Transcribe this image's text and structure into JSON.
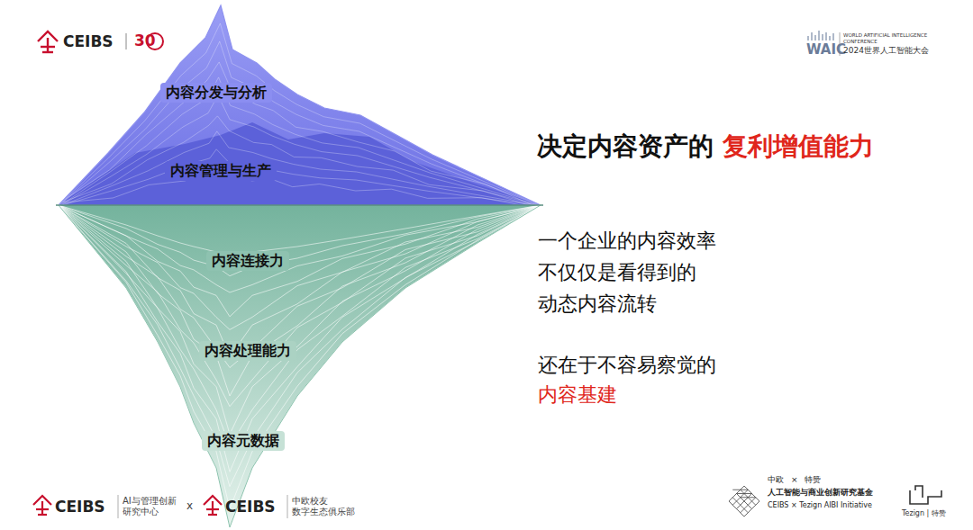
{
  "diagram": {
    "title": "决定内容资产的",
    "nodes": [
      {
        "text": [
          "内容分发与分析"
        ]
      },
      {
        "text": [
          "内容管理与生产"
        ]
      },
      {
        "text": [
          "内容连接力"
        ]
      },
      {
        "text": [
          "内容处理能力"
        ]
      },
      {
        "text": [
          "内容元数据"
        ]
      }
    ],
    "labels": [
      "复利增值能力",
      "一个企业的内容效率 不仅仅是看得到的 动态内容流转",
      "还在于不容易察觉的",
      "内容基建",
      "CEIBS",
      "30",
      "WORLD ARTIFICIAL INTELLIGENCE CONFERENCE",
      "WAIC",
      "2024世界人工智能大会",
      "CEIBS",
      "AI与管理创新 研究中心",
      "x",
      "CEIBS",
      "中欧校友 数字生态俱乐部",
      "中欧",
      "×",
      "特赞",
      "人工智能与商业创新研究基金",
      "CEIBS × Tezign AIBI Initiative",
      "Tezign | 特赞"
    ]
  }
}
